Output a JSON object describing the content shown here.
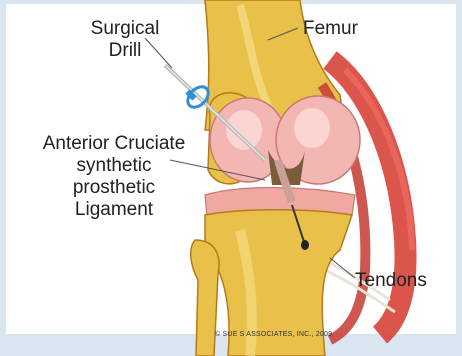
{
  "labels": {
    "surgical_drill_line1": "Surgical",
    "surgical_drill_line2": "Drill",
    "femur": "Femur",
    "acl_line1": "Anterior Cruciate",
    "acl_line2": "synthetic",
    "acl_line3": "prosthetic",
    "acl_line4": "Ligament",
    "tendons": "Tendons"
  },
  "copyright": "© SUE S ASSOCIATES, INC., 2009",
  "colors": {
    "bone": "#e8c04a",
    "bone_dark": "#c8921f",
    "cartilage": "#f2b7b3",
    "tendon": "#d8423a",
    "ligament": "#caa098",
    "drill_blue": "#2f8fd8"
  }
}
